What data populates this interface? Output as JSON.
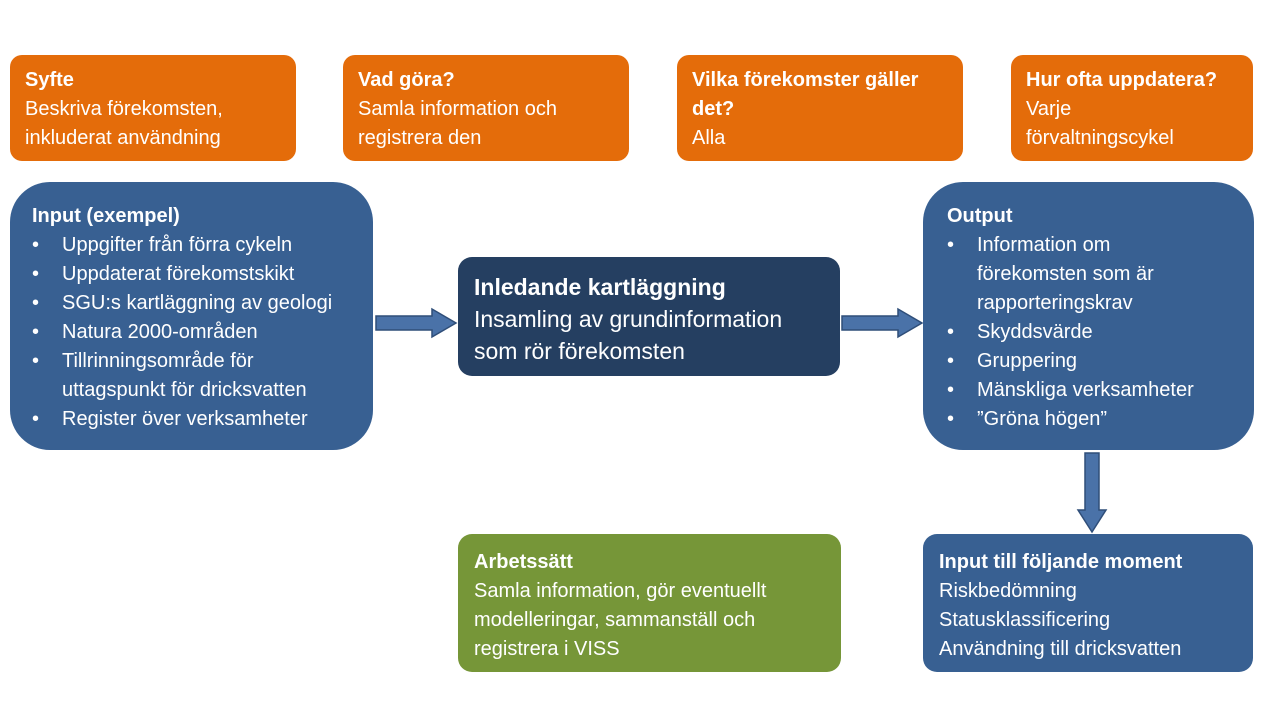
{
  "top_boxes": [
    {
      "title": "Syfte",
      "body": [
        "Beskriva förekomsten,",
        "inkluderat användning"
      ]
    },
    {
      "title": "Vad göra?",
      "body": [
        "Samla information och",
        "registrera den"
      ]
    },
    {
      "title": "Vilka förekomster gäller det?",
      "body": [
        "Alla"
      ]
    },
    {
      "title": "Hur ofta uppdatera?",
      "body": [
        "Varje",
        "förvaltningscykel"
      ]
    }
  ],
  "input_box": {
    "title": "Input (exempel)",
    "items": [
      "Uppgifter från förra cykeln",
      "Uppdaterat förekomstskikt",
      "SGU:s kartläggning av geologi",
      "Natura 2000-områden",
      "Tillrinningsområde för uttagspunkt för dricksvatten",
      "Register över verksamheter"
    ]
  },
  "center_box": {
    "title": "Inledande kartläggning",
    "body": "Insamling av grundinformation som rör förekomsten"
  },
  "output_box": {
    "title": "Output",
    "items": [
      "Information om förekomsten som är rapporteringskrav",
      "Skyddsvärde",
      "Gruppering",
      "Mänskliga verksamheter",
      "”Gröna högen”"
    ]
  },
  "method_box": {
    "title": "Arbetssätt",
    "body": [
      "Samla information, gör eventuellt",
      "modelleringar, sammanställ och",
      "registrera i VISS"
    ]
  },
  "next_box": {
    "title": "Input till följande moment",
    "items": [
      "Riskbedömning",
      "Statusklassificering",
      "Användning till dricksvatten"
    ]
  },
  "colors": {
    "orange": "#e46c0a",
    "blue": "#386092",
    "dark_blue": "#253f61",
    "green": "#769638",
    "arrow": "#4a72a8"
  }
}
